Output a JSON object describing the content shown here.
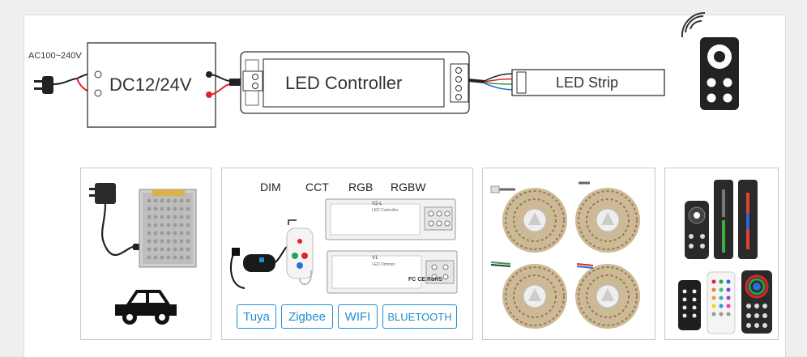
{
  "diagram": {
    "input_voltage": "AC100~240V",
    "power_supply": "DC12/24V",
    "controller": "LED Controller",
    "strip": "LED Strip"
  },
  "controller_panel": {
    "types": [
      "DIM",
      "CCT",
      "RGB",
      "RGBW"
    ],
    "protocols": [
      "Tuya",
      "Zigbee",
      "WIFI",
      "BLUETOOTH"
    ],
    "device_v2": {
      "model": "V2-L",
      "name": "LED Controller"
    },
    "device_v1": {
      "model": "V1",
      "name": "LED Dimmer",
      "marks": "FC CE RoHS"
    }
  },
  "colors": {
    "arrow": "#1e8fd6",
    "protocol_border": "#1f8fd1",
    "wire_red": "#e0242b",
    "wire_green": "#2aa14a",
    "wire_blue": "#2a6fd6"
  }
}
